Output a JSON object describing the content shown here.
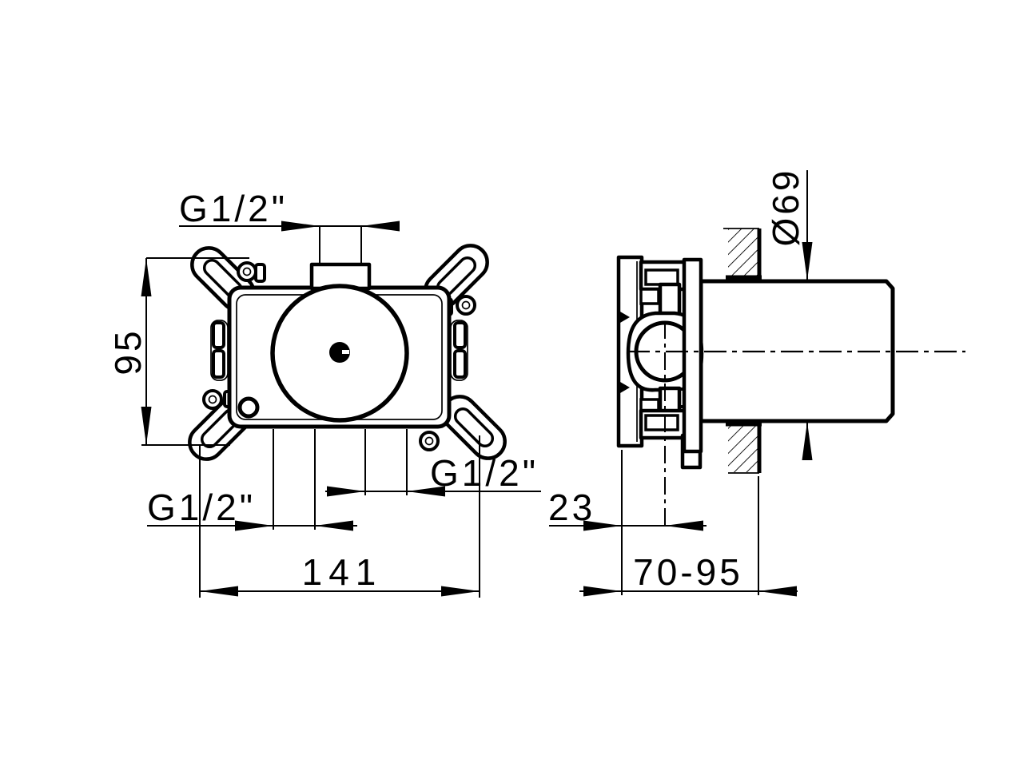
{
  "page": {
    "background": "#ffffff",
    "line_color": "#000000",
    "description": "Technical drawing of concealed valve rough-in body, front view and side section view"
  },
  "front_view": {
    "dim_top_port": "G1/2\"",
    "dim_height": "95",
    "dim_bottom_left_port": "G1/2\"",
    "dim_bottom_right_port": "G1/2\"",
    "dim_overall_width": "141"
  },
  "side_view": {
    "dim_sleeve_diameter": "Ø69",
    "dim_centerline_offset": "23",
    "dim_installation_depth": "70-95"
  }
}
